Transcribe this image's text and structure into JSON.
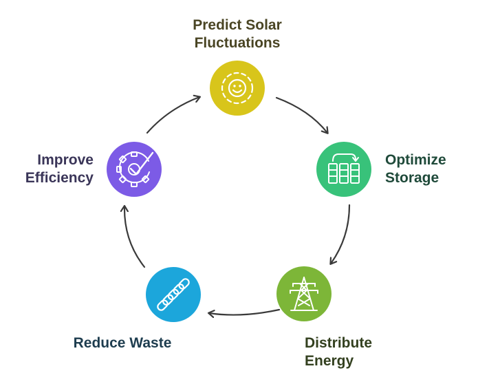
{
  "diagram": {
    "type": "cycle",
    "steps": [
      {
        "id": "predict",
        "label_lines": [
          "Predict Solar",
          "Fluctuations"
        ],
        "icon": "sun-smile-icon",
        "color": "#D8C51B",
        "text_color": "#4A4524"
      },
      {
        "id": "optimize",
        "label_lines": [
          "Optimize",
          "Storage"
        ],
        "icon": "battery-transfer-icon",
        "color": "#38C27A",
        "text_color": "#1F4A3A"
      },
      {
        "id": "distribute",
        "label_lines": [
          "Distribute",
          "Energy"
        ],
        "icon": "power-tower-icon",
        "color": "#7DB638",
        "text_color": "#33401F"
      },
      {
        "id": "reduce",
        "label_lines": [
          "Reduce Waste"
        ],
        "icon": "chain-link-icon",
        "color": "#1CA6DB",
        "text_color": "#1E3D4F"
      },
      {
        "id": "improve",
        "label_lines": [
          "Improve",
          "Efficiency"
        ],
        "icon": "gear-check-icon",
        "color": "#7C5BE6",
        "text_color": "#3A3558"
      }
    ],
    "arrow_color": "#3A3A3A"
  }
}
